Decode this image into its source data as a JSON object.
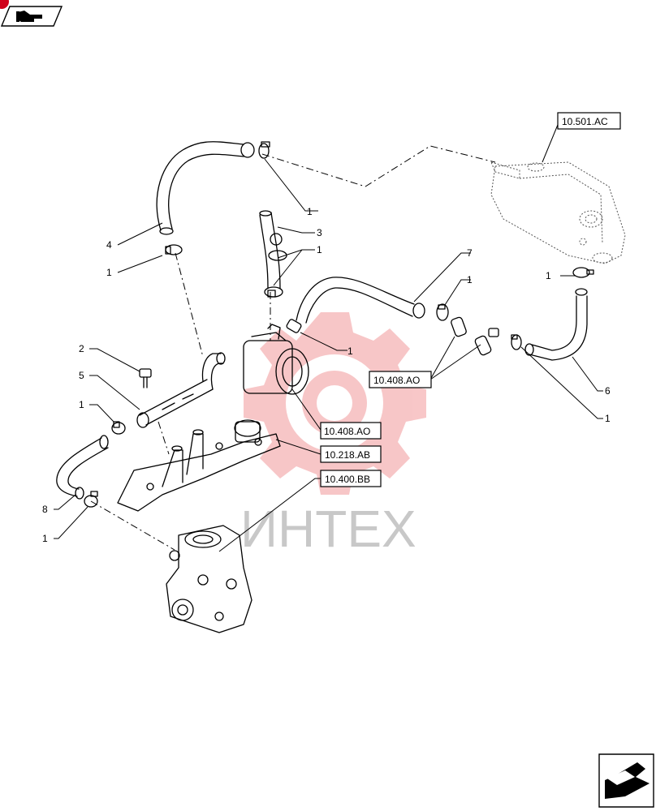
{
  "callouts": {
    "c1_top": "1",
    "c3": "3",
    "c1_mid": "1",
    "c4": "4",
    "c1_left": "1",
    "c7": "7",
    "c1_r7": "1",
    "c1_pipe": "1",
    "c2": "2",
    "c5": "5",
    "c1_low": "1",
    "c8": "8",
    "c1_bottom": "1",
    "c1_right": "1",
    "c6": "6",
    "c1_rlow": "1"
  },
  "refs": {
    "r_10501": "10.501.AC",
    "r_10408_right": "10.408.AO",
    "r_10408_mid": "10.408.AO",
    "r_10218": "10.218.AB",
    "r_10400": "10.400.BB"
  },
  "watermark": "ИНТЕХ",
  "colors": {
    "watermark": "#e8454a",
    "corner": "#d0021b"
  },
  "icons": {
    "top_left": "hand-pointer-icon",
    "bottom_right": "next-page-arrow-icon"
  }
}
